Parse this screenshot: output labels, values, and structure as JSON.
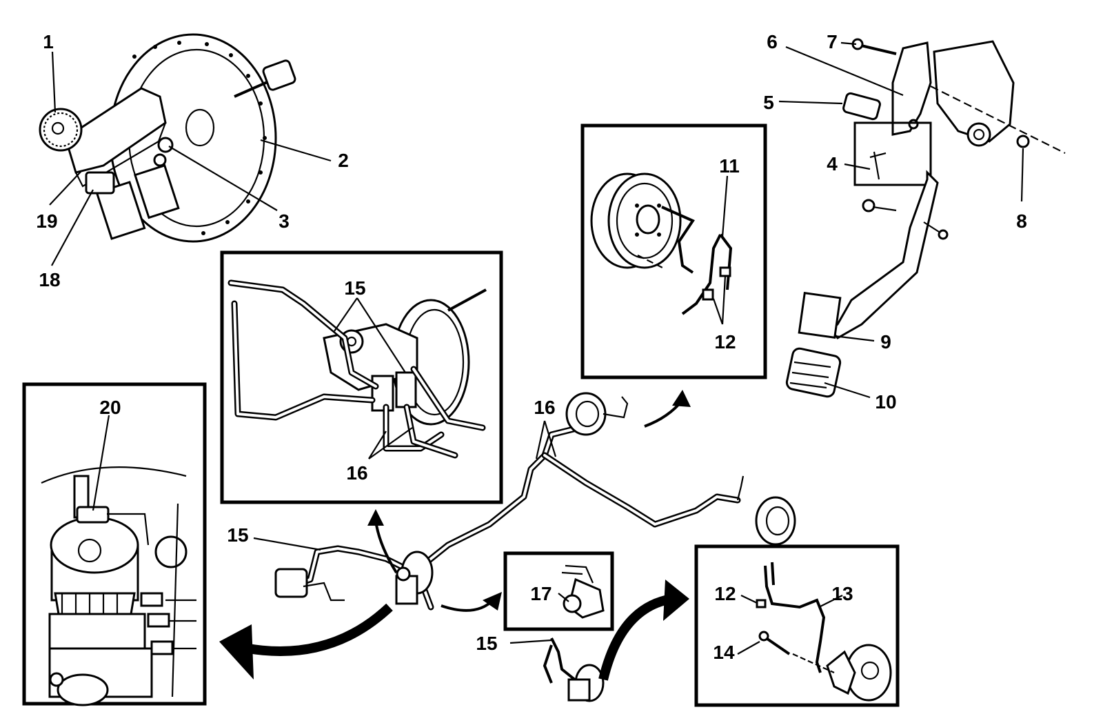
{
  "callouts": {
    "c1": "1",
    "c2": "2",
    "c3": "3",
    "c4": "4",
    "c5": "5",
    "c6": "6",
    "c7": "7",
    "c8": "8",
    "c9": "9",
    "c10": "10",
    "c11": "11",
    "c12a": "12",
    "c12b": "12",
    "c13": "13",
    "c14": "14",
    "c15a": "15",
    "c15b": "15",
    "c15c": "15",
    "c16a": "16",
    "c16b": "16",
    "c17": "17",
    "c18": "18",
    "c19": "19",
    "c20": "20"
  }
}
